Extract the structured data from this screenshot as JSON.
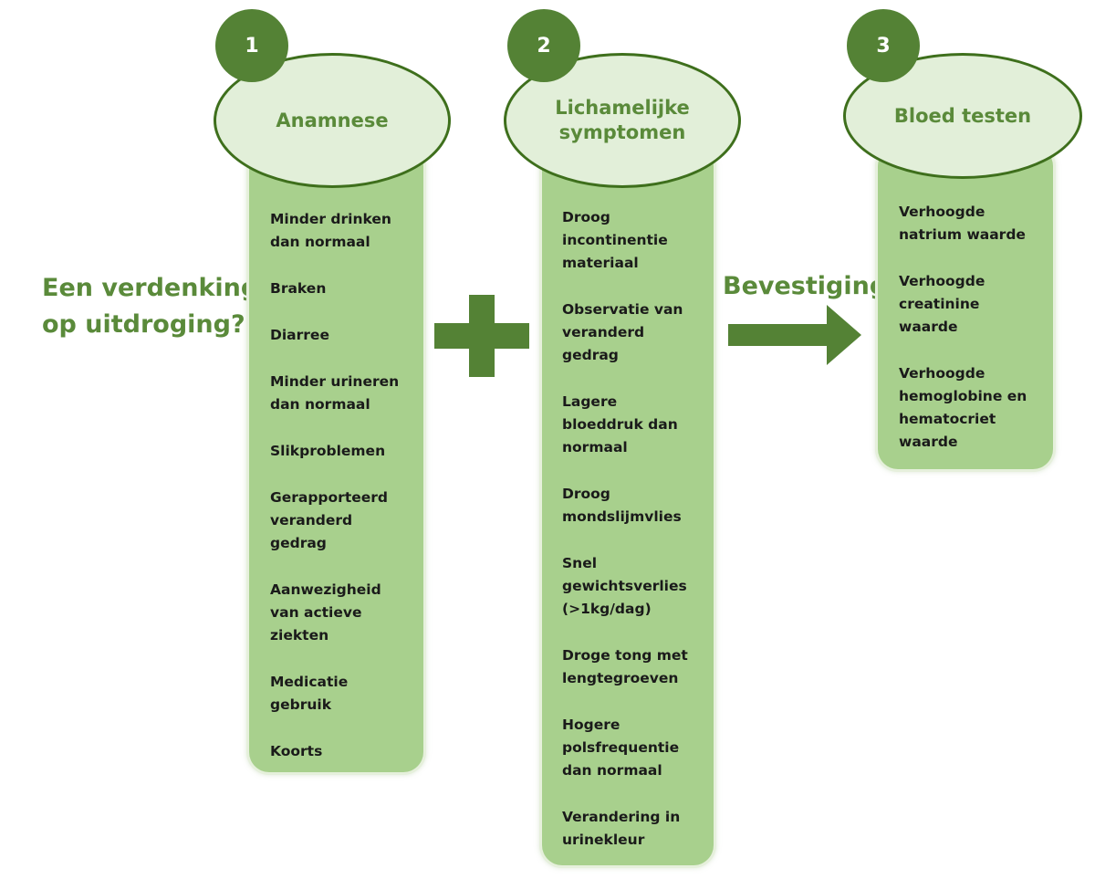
{
  "question": {
    "line1": "Een verdenking",
    "line2": "op uitdroging?"
  },
  "confirmation_label": "Bevestiging",
  "steps": [
    {
      "number": "1",
      "title": "Anamnese",
      "items": [
        "Minder drinken dan normaal",
        "Braken",
        "Diarree",
        "Minder urineren dan normaal",
        "Slikproblemen",
        "Gerapporteerd veranderd gedrag",
        "Aanwezigheid van actieve ziekten",
        "Medicatie gebruik",
        "Koorts"
      ]
    },
    {
      "number": "2",
      "title_line1": "Lichamelijke",
      "title_line2": "symptomen",
      "items": [
        "Droog incontinentie materiaal",
        "Observatie van veranderd gedrag",
        "Lagere bloeddruk dan normaal",
        "Droog mondslijmvlies",
        "Snel gewichtsverlies (>1kg/dag)",
        "Droge tong met lengtegroeven",
        "Hogere polsfrequentie dan normaal",
        "Verandering in urinekleur"
      ]
    },
    {
      "number": "3",
      "title": "Bloed testen",
      "items": [
        "Verhoogde natrium waarde",
        "Verhoogde creatinine waarde",
        "Verhoogde hemoglobine en hematocriet waarde"
      ]
    }
  ],
  "colors": {
    "column_fill": "#a8d08d",
    "oval_fill": "#e2efd9",
    "oval_border": "#3e6f1c",
    "badge_fill": "#548235",
    "accent_text": "#5a8a3a",
    "connector_fill": "#548235"
  }
}
